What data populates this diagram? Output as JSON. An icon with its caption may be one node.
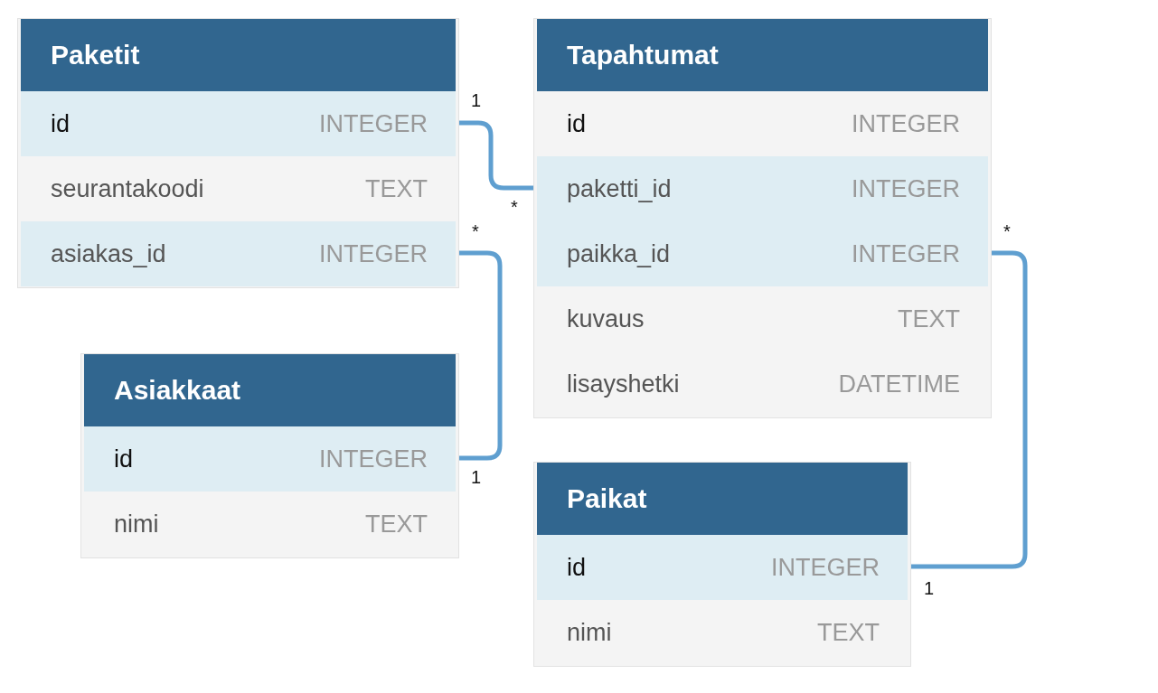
{
  "diagram": {
    "nodes": [
      {
        "text": [
          "Paketit"
        ]
      },
      {
        "text": [
          "id",
          "INTEGER"
        ],
        "in": 0
      },
      {
        "text": [
          "seurantakoodi",
          "TEXT"
        ],
        "in": 0
      },
      {
        "text": [
          "asiakas_id",
          "INTEGER"
        ],
        "in": 0
      },
      {
        "text": [
          "Tapahtumat"
        ]
      },
      {
        "text": [
          "id",
          "INTEGER"
        ],
        "in": 4
      },
      {
        "text": [
          "paketti_id",
          "INTEGER"
        ],
        "in": 4
      },
      {
        "text": [
          "paikka_id",
          "INTEGER"
        ],
        "in": 4
      },
      {
        "text": [
          "kuvaus",
          "TEXT"
        ],
        "in": 4
      },
      {
        "text": [
          "lisayshetki",
          "DATETIME"
        ],
        "in": 4
      },
      {
        "text": [
          "Asiakkaat"
        ]
      },
      {
        "text": [
          "id",
          "INTEGER"
        ],
        "in": 10
      },
      {
        "text": [
          "nimi",
          "TEXT"
        ],
        "in": 10
      },
      {
        "text": [
          "Paikat"
        ]
      },
      {
        "text": [
          "id",
          "INTEGER"
        ],
        "in": 13
      },
      {
        "text": [
          "nimi",
          "TEXT"
        ],
        "in": 13
      }
    ],
    "edges": [
      {
        "from": 1,
        "to": 6,
        "arrow": "none"
      },
      {
        "from": 3,
        "to": 11,
        "arrow": "none"
      },
      {
        "from": 7,
        "to": 14,
        "arrow": "none"
      }
    ],
    "labels": [
      "1",
      "*",
      "*",
      "*",
      "1",
      "1"
    ]
  }
}
